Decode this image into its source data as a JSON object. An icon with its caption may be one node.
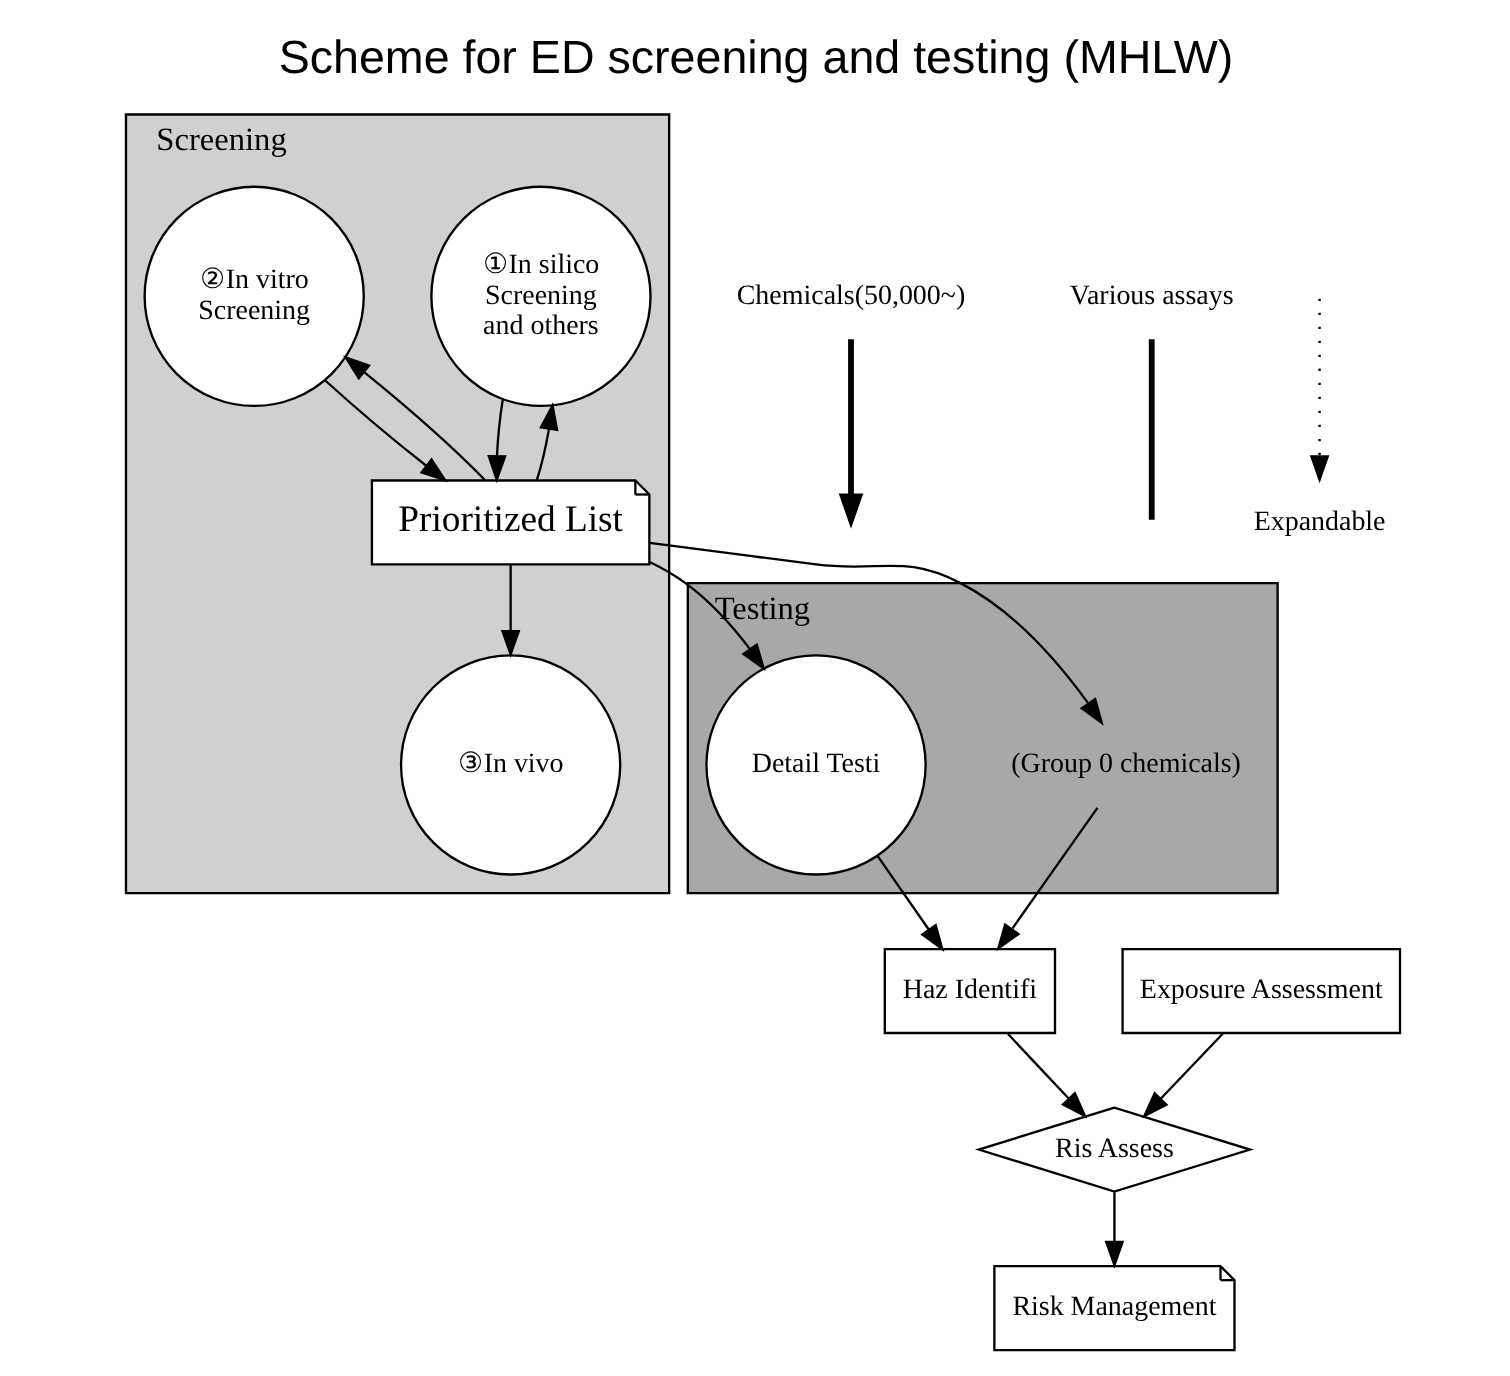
{
  "diagram": {
    "title": "Scheme for ED screening and testing (MHLW)",
    "nodes": [
      {
        "text": [
          "Screening"
        ]
      },
      {
        "text": [
          "①In silico Screening and others"
        ],
        "in": 0
      },
      {
        "text": [
          "②In vitro Screening"
        ],
        "in": 0
      },
      {
        "text": [
          "Prioritized List"
        ],
        "in": 0
      },
      {
        "text": [
          "③In vivo"
        ],
        "in": 0
      },
      {
        "text": [
          "Testing"
        ]
      },
      {
        "text": [
          "(Group 0 chemicals)"
        ],
        "in": 5
      },
      {
        "text": [
          "Detail Testi"
        ],
        "in": 5
      },
      {
        "text": [
          "Haz Identifi"
        ]
      },
      {
        "text": [
          "Exposure Assessment"
        ]
      },
      {
        "text": [
          "Ris Assess"
        ]
      },
      {
        "text": [
          "Risk Management"
        ]
      },
      {
        "text": [
          "Chemicals(50,000~)"
        ]
      },
      {
        "text": [
          "Various assays"
        ]
      },
      {
        "text": [
          "Expandable"
        ]
      }
    ],
    "edges": [
      {
        "from": 3,
        "to": 1,
        "arrow": "to"
      },
      {
        "from": 1,
        "to": 3,
        "arrow": "to"
      },
      {
        "from": 3,
        "to": 2,
        "arrow": "to"
      },
      {
        "from": 2,
        "to": 3,
        "arrow": "to"
      },
      {
        "from": 3,
        "to": 4,
        "arrow": "to"
      },
      {
        "from": 3,
        "to": 6,
        "arrow": "to"
      },
      {
        "from": 3,
        "to": 7,
        "arrow": "to"
      },
      {
        "from": 6,
        "to": 8,
        "arrow": "to"
      },
      {
        "from": 7,
        "to": 8,
        "arrow": "to"
      },
      {
        "from": 8,
        "to": 10,
        "arrow": "to"
      },
      {
        "from": 9,
        "to": 10,
        "arrow": "to"
      },
      {
        "from": 10,
        "to": 11,
        "arrow": "to"
      },
      {
        "from": 12,
        "to": null,
        "arrow": "to",
        "style": "thick"
      },
      {
        "from": 13,
        "to": null,
        "arrow": "none",
        "style": "thick"
      },
      {
        "from": null,
        "to": 14,
        "arrow": "to",
        "style": "dashed"
      }
    ]
  }
}
